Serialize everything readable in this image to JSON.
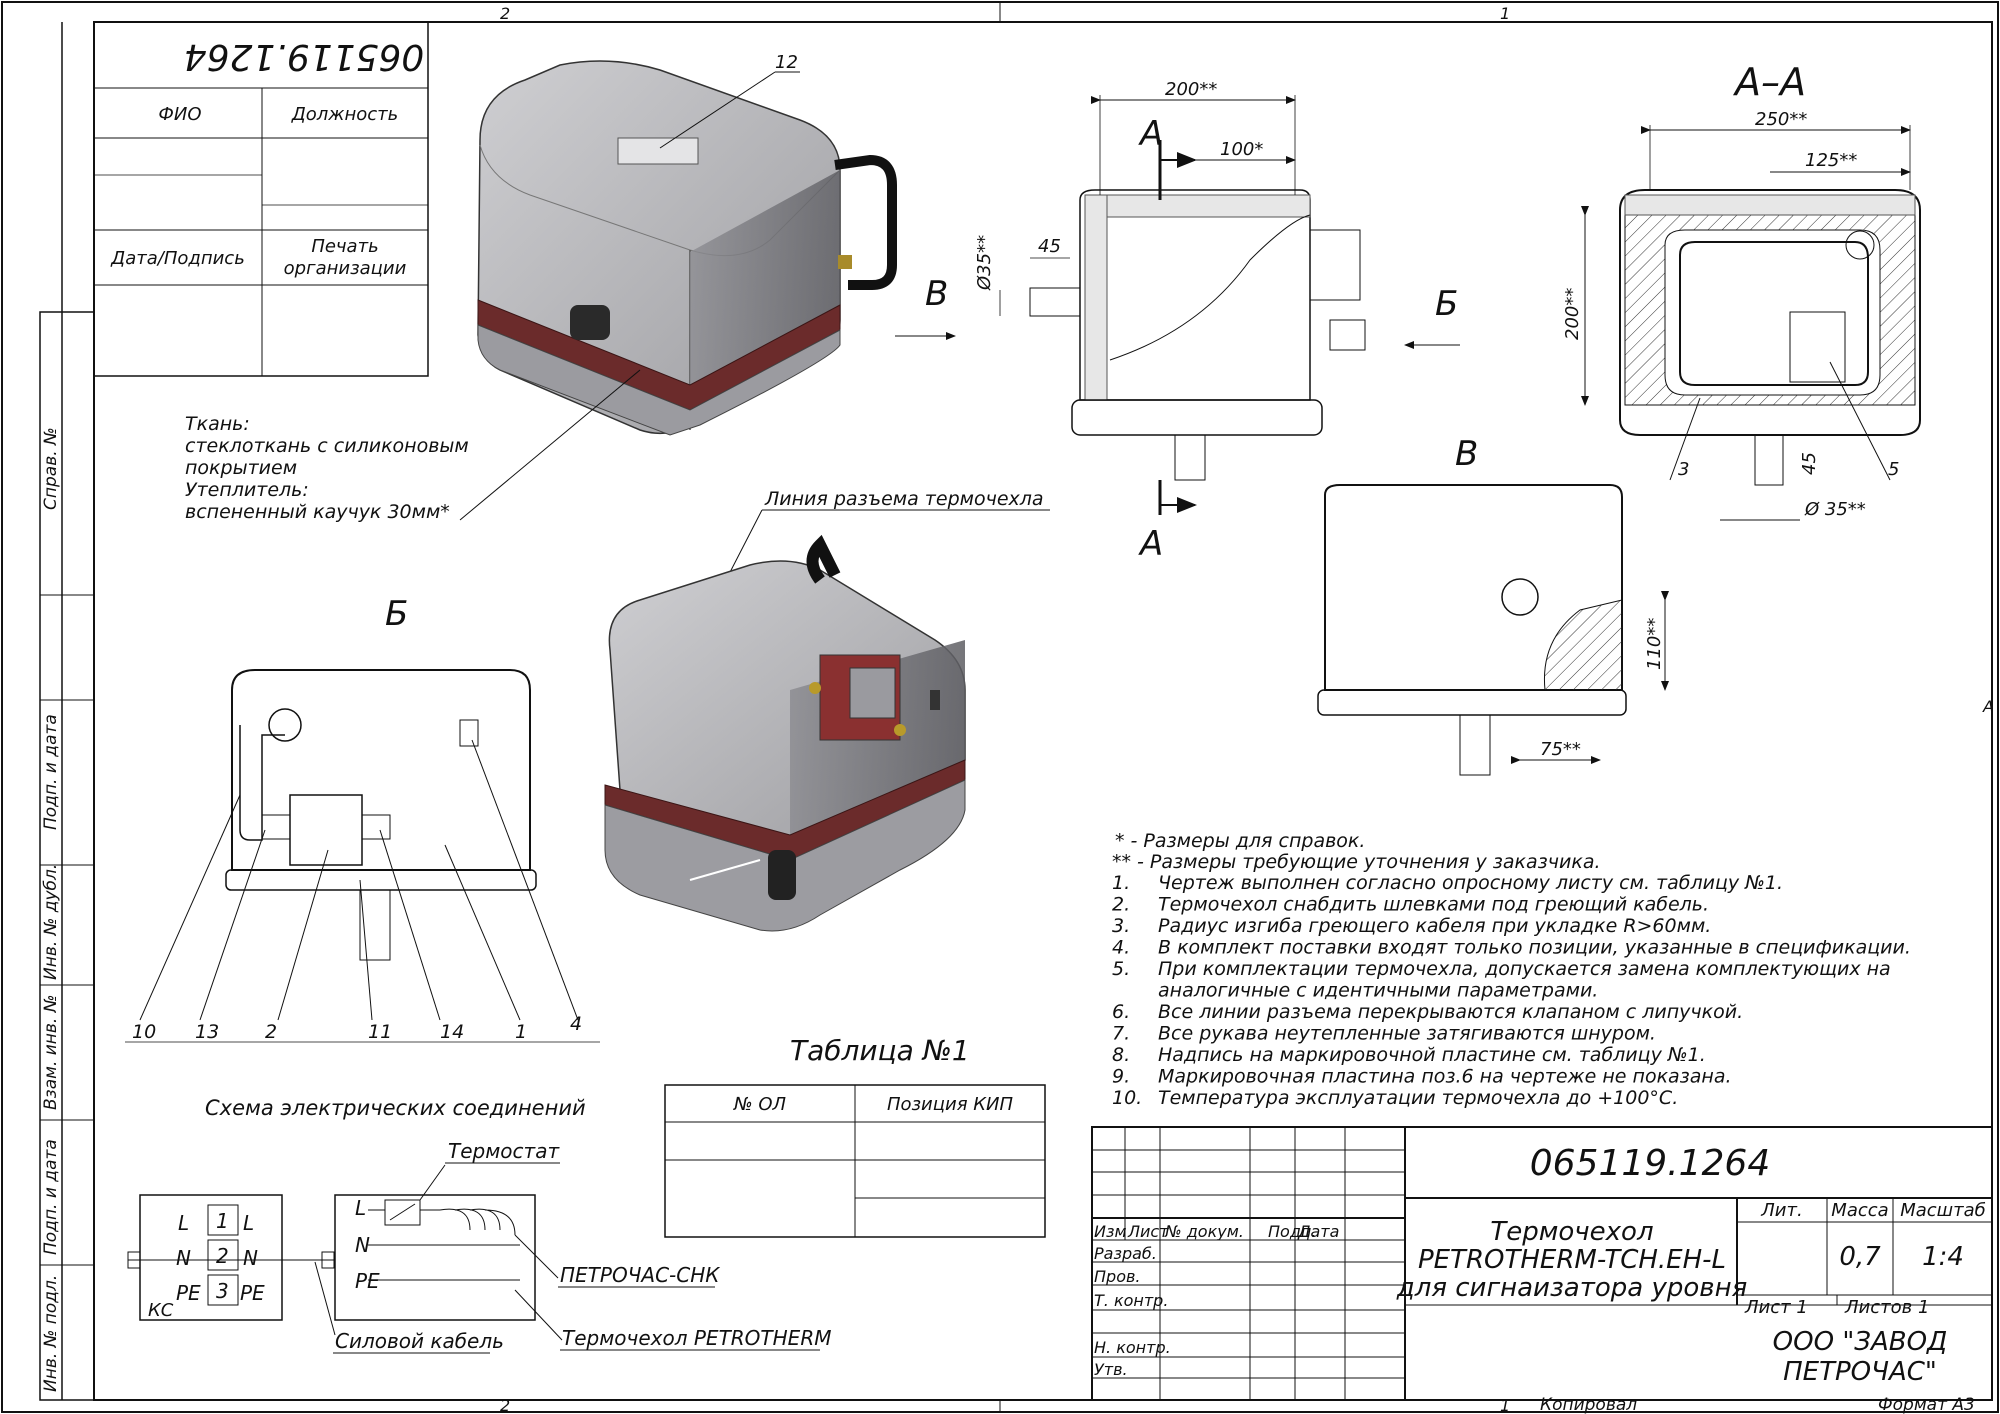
{
  "drawing": {
    "number": "065119.1264",
    "number_rotated": "065119.1264",
    "title_line1": "Термочехол",
    "title_line2": "PETROTHERM-TCH.EH-L",
    "title_line3": "для сигнаизатора уровня",
    "company_line1": "ООО \"ЗАВОД",
    "company_line2": "ПЕТРОЧАС\"",
    "format": "Формат А3",
    "copied": "Копировал"
  },
  "zones": {
    "top_left": "2",
    "top_right": "1",
    "bottom_left": "2",
    "bottom_right": "1",
    "side_a": "A"
  },
  "stamp": {
    "fio": "ФИО",
    "position": "Должность",
    "date_sign": "Дата/Подпись",
    "seal_line1": "Печать",
    "seal_line2": "организации"
  },
  "side_strip": {
    "sprav": "Справ. №",
    "podp_data_1": "Подп. и дата",
    "inv_dubl": "Инв. № дубл.",
    "vzam_inv": "Взам. инв. №",
    "podp_data_2": "Подп. и дата",
    "inv_podl": "Инв. № подл."
  },
  "title_block": {
    "izm": "Изм",
    "list": "Лист",
    "n_dokum": "№ докум.",
    "podp": "Подп.",
    "data": "Дата",
    "razrab": "Разраб.",
    "prov": "Пров.",
    "t_kontr": "Т. контр.",
    "n_kontr": "Н. контр.",
    "utv": "Утв.",
    "lit": "Лит.",
    "massa": "Масса",
    "masshtab": "Масштаб",
    "mass_value": "0,7",
    "scale_value": "1:4",
    "sheet_label": "Лист 1",
    "sheets_label": "Листов 1"
  },
  "material_note": {
    "line1": "Ткань:",
    "line2": "стеклоткань с силиконовым",
    "line3": "покрытием",
    "line4": "Утеплитель:",
    "line5": "вспененный каучук 30мм*"
  },
  "callouts": {
    "split_line": "Линия разъема термочехла",
    "pos12": "12",
    "pos3": "3",
    "pos5": "5",
    "b_positions": [
      "10",
      "13",
      "2",
      "11",
      "14",
      "1",
      "4"
    ]
  },
  "views": {
    "section_aa": "А–А",
    "view_b": "В",
    "view_b_arrow": "В",
    "view_bb": "Б",
    "view_bb_arrow": "Б",
    "cut_a_top": "А",
    "cut_a_bottom": "А",
    "view_b_cyr_title": "Б"
  },
  "dimensions": {
    "front_width": "200**",
    "front_half": "100*",
    "front_diam": "Ø35**",
    "front_45": "45",
    "aa_width": "250**",
    "aa_half": "125**",
    "aa_height": "200**",
    "aa_45": "45",
    "aa_diam": "Ø 35**",
    "b_height": "110**",
    "b_width": "75**"
  },
  "notes": {
    "star1": "* - Размеры для справок.",
    "star2": "** - Размеры требующие уточнения у заказчика.",
    "items": [
      {
        "n": "1.",
        "t": "Чертеж выполнен согласно опросному листу см. таблицу №1."
      },
      {
        "n": "2.",
        "t": "Термочехол снабдить шлевками под греющий кабель."
      },
      {
        "n": "3.",
        "t": "Радиус изгиба греющего кабеля при укладке R>60мм."
      },
      {
        "n": "4.",
        "t": "В комплект поставки входят только позиции, указанные в спецификации."
      },
      {
        "n": "5.",
        "t": "При комплектации термочехла, допускается замена комплектующих на"
      },
      {
        "n": "",
        "t": "аналогичные с идентичными параметрами."
      },
      {
        "n": "6.",
        "t": "Все линии разъема перекрываются клапаном с липучкой."
      },
      {
        "n": "7.",
        "t": "Все рукава неутепленные затягиваются шнуром."
      },
      {
        "n": "8.",
        "t": "Надпись на маркировочной пластине см. таблицу №1."
      },
      {
        "n": "9.",
        "t": "Маркировочная пластина поз.6 на чертеже не показана."
      },
      {
        "n": "10.",
        "t": "Температура эксплуатации термочехла до +100°С."
      }
    ]
  },
  "table1": {
    "title": "Таблица №1",
    "col1": "№ ОЛ",
    "col2": "Позиция КИП"
  },
  "schematic": {
    "title": "Схема электрических соединений",
    "thermostat": "Термостат",
    "cable": "ПЕТРОЧАС-СНК",
    "power": "Силовой кабель",
    "cover": "Термочехол PETROTHERM",
    "L": "L",
    "N": "N",
    "PE": "PE",
    "KC": "КС",
    "t1": "1",
    "t2": "2",
    "t3": "3",
    "L2": "L",
    "N2": "N",
    "PE2": "PE",
    "L3": "L",
    "N3": "N",
    "PE3": "PE"
  },
  "colors": {
    "line": "#111111",
    "body": "#a9a9ad",
    "band": "#6b2b2b",
    "ink": "#111111"
  }
}
